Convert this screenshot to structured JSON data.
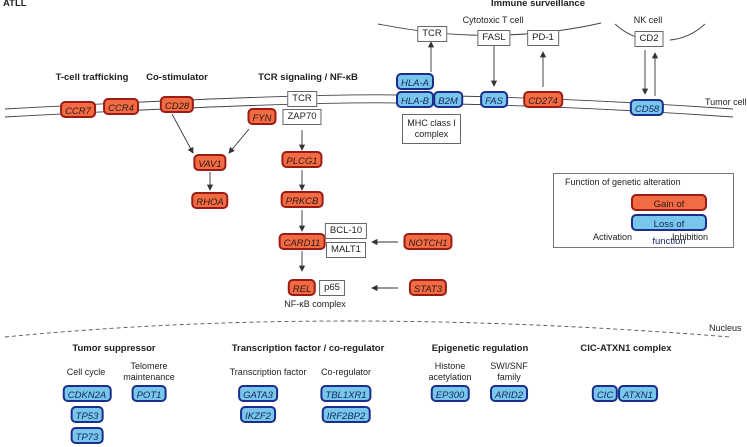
{
  "title": "ATLL",
  "sections": {
    "trafficking": "T-cell trafficking",
    "costim": "Co-stimulator",
    "tcr": "TCR signaling / NF-κB",
    "immune": "Immune surveillance"
  },
  "cells": {
    "cytotoxic": "Cytotoxic T cell",
    "nk": "NK cell",
    "tumor": "Tumor cell",
    "nucleus": "Nucleus"
  },
  "genes": {
    "ccr7": "CCR7",
    "ccr4": "CCR4",
    "cd28": "CD28",
    "fyn": "FYN",
    "vav1": "VAV1",
    "rhoa": "RHOA",
    "plcg1": "PLCG1",
    "prkcb": "PRKCB",
    "card11": "CARD11",
    "rel": "REL",
    "notch1": "NOTCH1",
    "stat3": "STAT3",
    "hla_a": "HLA-A",
    "hla_b": "HLA-B",
    "b2m": "B2M",
    "fas": "FAS",
    "cd274": "CD274",
    "cd58": "CD58"
  },
  "boxes": {
    "tcr_tumor": "TCR",
    "zap70": "ZAP70",
    "tcr_ctl": "TCR",
    "fasl": "FASL",
    "pd1": "PD-1",
    "cd2": "CD2",
    "bcl10": "BCL-10",
    "malt1": "MALT1",
    "p65": "p65",
    "mhc": "MHC class I\ncomplex"
  },
  "labels": {
    "mhc1": "MHC class I",
    "mhc2": "complex",
    "nfkb": "NF-κB complex"
  },
  "legend": {
    "title": "Function of genetic alteration",
    "gain": "Gain of function",
    "loss": "Loss of function",
    "activation": "Activation",
    "inhibition": "Inhibition",
    "colors": {
      "gain": "#f26b43",
      "loss": "#79c6ec"
    }
  },
  "nuclear": {
    "tumor_suppressor": {
      "title": "Tumor suppressor",
      "cell_cycle": "Cell cycle",
      "cell_cycle_genes": [
        "CDKN2A",
        "TP53",
        "TP73"
      ],
      "telomere1": "Telomere",
      "telomere2": "maintenance",
      "telomere_genes": [
        "POT1"
      ]
    },
    "transcription": {
      "title": "Transcription factor / co-regulator",
      "tf": "Transcription factor",
      "tf_genes": [
        "GATA3",
        "IKZF2"
      ],
      "coreg": "Co-regulator",
      "coreg_genes": [
        "TBL1XR1",
        "IRF2BP2"
      ]
    },
    "epigenetic": {
      "title": "Epigenetic regulation",
      "histone1": "Histone",
      "histone2": "acetylation",
      "histone_genes": [
        "EP300"
      ],
      "swi1": "SWI/SNF",
      "swi2": "family",
      "swi_genes": [
        "ARID2"
      ]
    },
    "cic": {
      "title": "CIC-ATXN1 complex",
      "genes": [
        "CIC",
        "ATXN1"
      ]
    }
  }
}
